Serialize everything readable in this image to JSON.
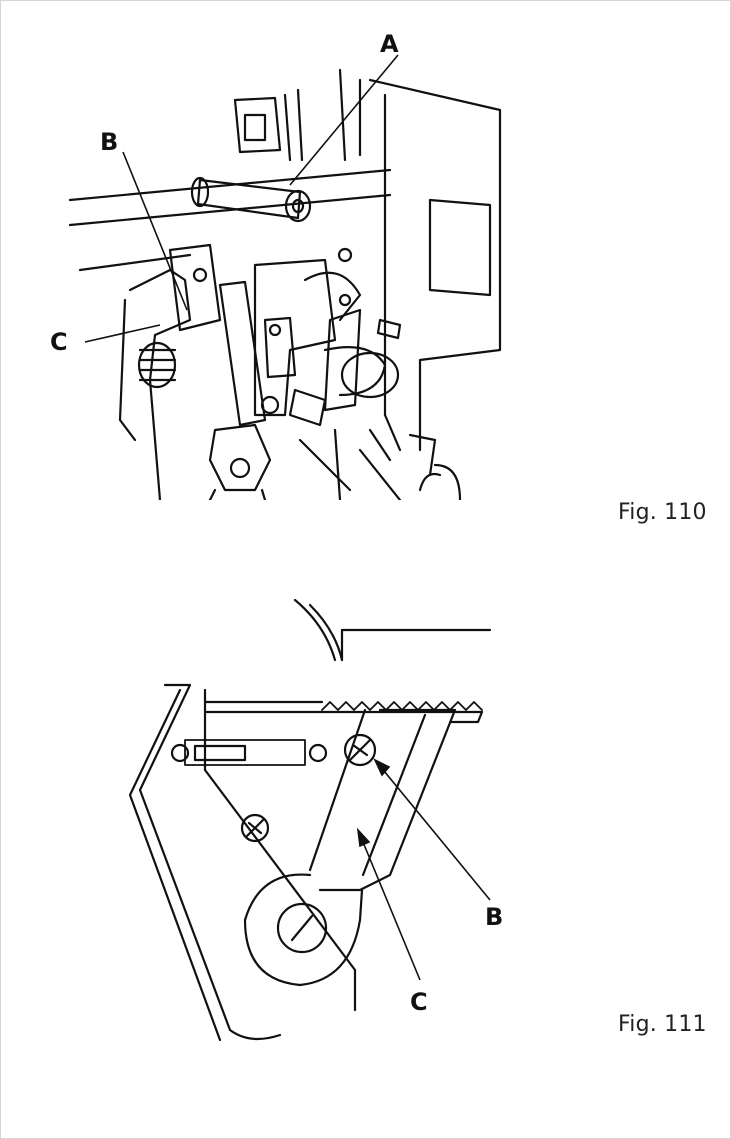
{
  "figures": [
    {
      "caption": "Fig. 110",
      "callouts": {
        "a": "A",
        "b": "B",
        "c": "C"
      }
    },
    {
      "caption": "Fig. 111",
      "callouts": {
        "b": "B",
        "c": "C"
      }
    }
  ]
}
